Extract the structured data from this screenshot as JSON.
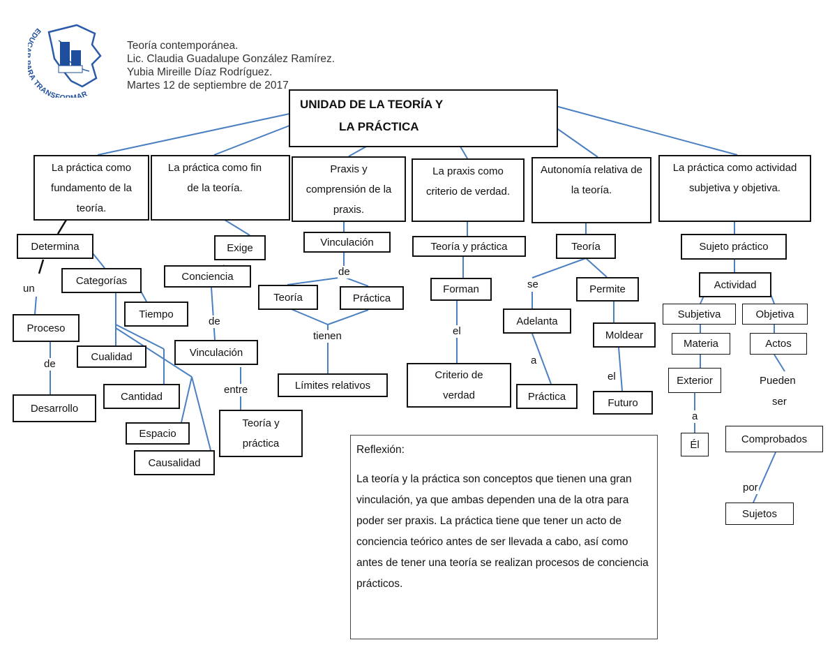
{
  "header": {
    "course": "Teoría contemporánea.",
    "teacher": "Lic. Claudia Guadalupe González Ramírez.",
    "student": "Yubia Mireille Díaz Rodríguez.",
    "date": "Martes 12 de septiembre de 2017"
  },
  "logo": {
    "text": "EDUCAR PARA TRANSFORMAR",
    "colors": [
      "#1f4e9c",
      "#5b7fc4"
    ]
  },
  "main": {
    "line1": "UNIDAD DE LA TEORÍA Y",
    "line2": "LA PRÁCTICA"
  },
  "branches": [
    "La práctica como fundamento de la teoría.",
    "La práctica como fin de la teoría.",
    "Praxis y comprensión de la praxis.",
    "La praxis como criterio de verdad.",
    "Autonomía relativa de la teoría.",
    "La práctica como actividad subjetiva y objetiva."
  ],
  "b1": {
    "determina": "Determina",
    "un": "un",
    "proceso": "Proceso",
    "de": "de",
    "desarrollo": "Desarrollo",
    "categorias": "Categorías",
    "tiempo": "Tiempo",
    "cualidad": "Cualidad",
    "cantidad": "Cantidad",
    "espacio": "Espacio",
    "causalidad": "Causalidad"
  },
  "b2": {
    "exige": "Exige",
    "conciencia": "Conciencia",
    "de": "de",
    "vinculacion": "Vinculación",
    "entre": "entre",
    "teoria_practica": "Teoría y práctica"
  },
  "b3": {
    "vinculacion": "Vinculación",
    "de": "de",
    "teoria": "Teoría",
    "practica": "Práctica",
    "tienen": "tienen",
    "limites": "Límites relativos"
  },
  "b4": {
    "teoria_practica": "Teoría y práctica",
    "forman": "Forman",
    "el": "el",
    "criterio": "Criterio de verdad"
  },
  "b5": {
    "teoria": "Teoría",
    "se": "se",
    "adelanta": "Adelanta",
    "a": "a",
    "practica": "Práctica",
    "permite": "Permite",
    "moldear": "Moldear",
    "el": "el",
    "futuro": "Futuro"
  },
  "b6": {
    "sujeto": "Sujeto práctico",
    "actividad": "Actividad",
    "subjetiva": "Subjetiva",
    "objetiva": "Objetiva",
    "materia": "Materia",
    "actos": "Actos",
    "exterior": "Exterior",
    "a": "a",
    "el": "Él",
    "pueden": "Pueden",
    "ser": "ser",
    "comprobados": "Comprobados",
    "por": "por",
    "sujetos": "Sujetos"
  },
  "reflexion": {
    "title": "Reflexión:",
    "body": "La teoría y la práctica son conceptos que tienen una gran vinculación, ya que ambas dependen una de la otra para poder ser praxis. La práctica tiene que tener un acto de conciencia teórico antes de ser llevada a cabo, así como antes de tener una teoría se realizan procesos de conciencia prácticos."
  },
  "colors": {
    "connector": "#4a7fc1",
    "border": "#111111"
  }
}
